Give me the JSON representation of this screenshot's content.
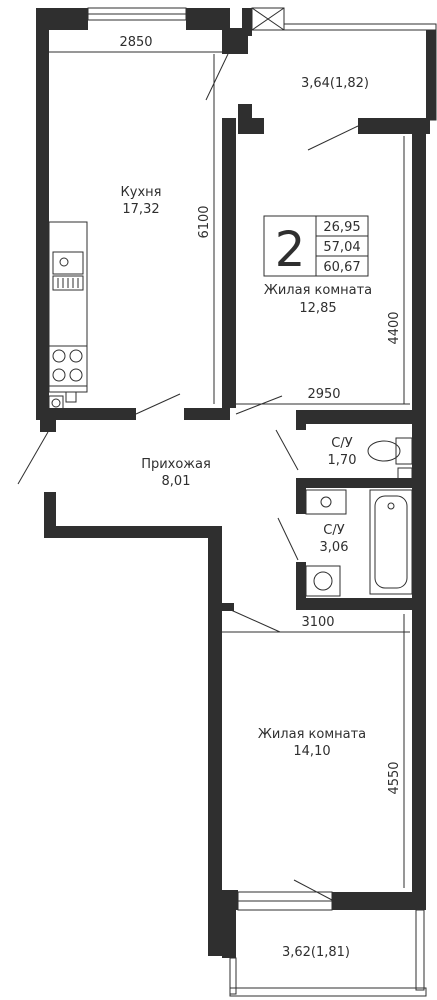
{
  "rooms": {
    "kitchen": {
      "name": "Кухня",
      "area": "17,32"
    },
    "living1": {
      "name": "Жилая комната",
      "area": "12,85"
    },
    "hall": {
      "name": "Прихожая",
      "area": "8,01"
    },
    "wc1": {
      "name": "С/У",
      "area": "1,70"
    },
    "wc2": {
      "name": "С/У",
      "area": "3,06"
    },
    "living2": {
      "name": "Жилая комната",
      "area": "14,10"
    },
    "balcony1": {
      "area": "3,64(1,82)"
    },
    "balcony2": {
      "area": "3,62(1,81)"
    }
  },
  "dimensions": {
    "kitchen_width": "2850",
    "kitchen_length": "6100",
    "living1_width": "2950",
    "living1_length": "4400",
    "living2_width": "3100",
    "living2_length": "4550"
  },
  "summary": {
    "rooms_count": "2",
    "living_area": "26,95",
    "total_area": "57,04",
    "total_with_balconies": "60,67"
  }
}
